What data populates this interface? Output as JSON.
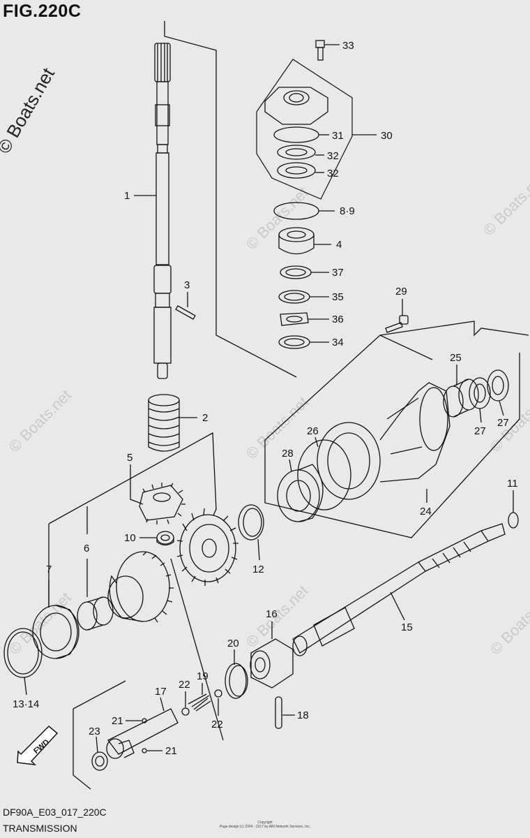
{
  "figure": {
    "title": "FIG.220C",
    "code": "DF90A_E03_017_220C",
    "name": "TRANSMISSION"
  },
  "watermark": {
    "text": "© Boats.net"
  },
  "copyright": {
    "line1": "Copyright",
    "line2": "Page design (c) 2004 - 2017 by ARI Network Services, Inc."
  },
  "callouts": {
    "c1": "1",
    "c2": "2",
    "c3": "3",
    "c4": "4",
    "c6": "6",
    "c5": "5",
    "c7": "7",
    "c8_9": "8·9",
    "c10": "10",
    "c11": "11",
    "c12": "12",
    "c13_14": "13·14",
    "c15": "15",
    "c16": "16",
    "c17": "17",
    "c18": "18",
    "c19": "19",
    "c20": "20",
    "c21a": "21",
    "c21b": "21",
    "c22a": "22",
    "c22b": "22",
    "c23": "23",
    "c24": "24",
    "c25": "25",
    "c26": "26",
    "c27a": "27",
    "c27b": "27",
    "c28": "28",
    "c29": "29",
    "c30": "30",
    "c31": "31",
    "c32a": "32",
    "c32b": "32",
    "c33": "33",
    "c34": "34",
    "c35": "35",
    "c36": "36",
    "c37": "37"
  },
  "fwd_label": "FWD",
  "colors": {
    "background": "#e9e9e9",
    "ink": "#111111",
    "watermark": "#c9c9c9"
  }
}
